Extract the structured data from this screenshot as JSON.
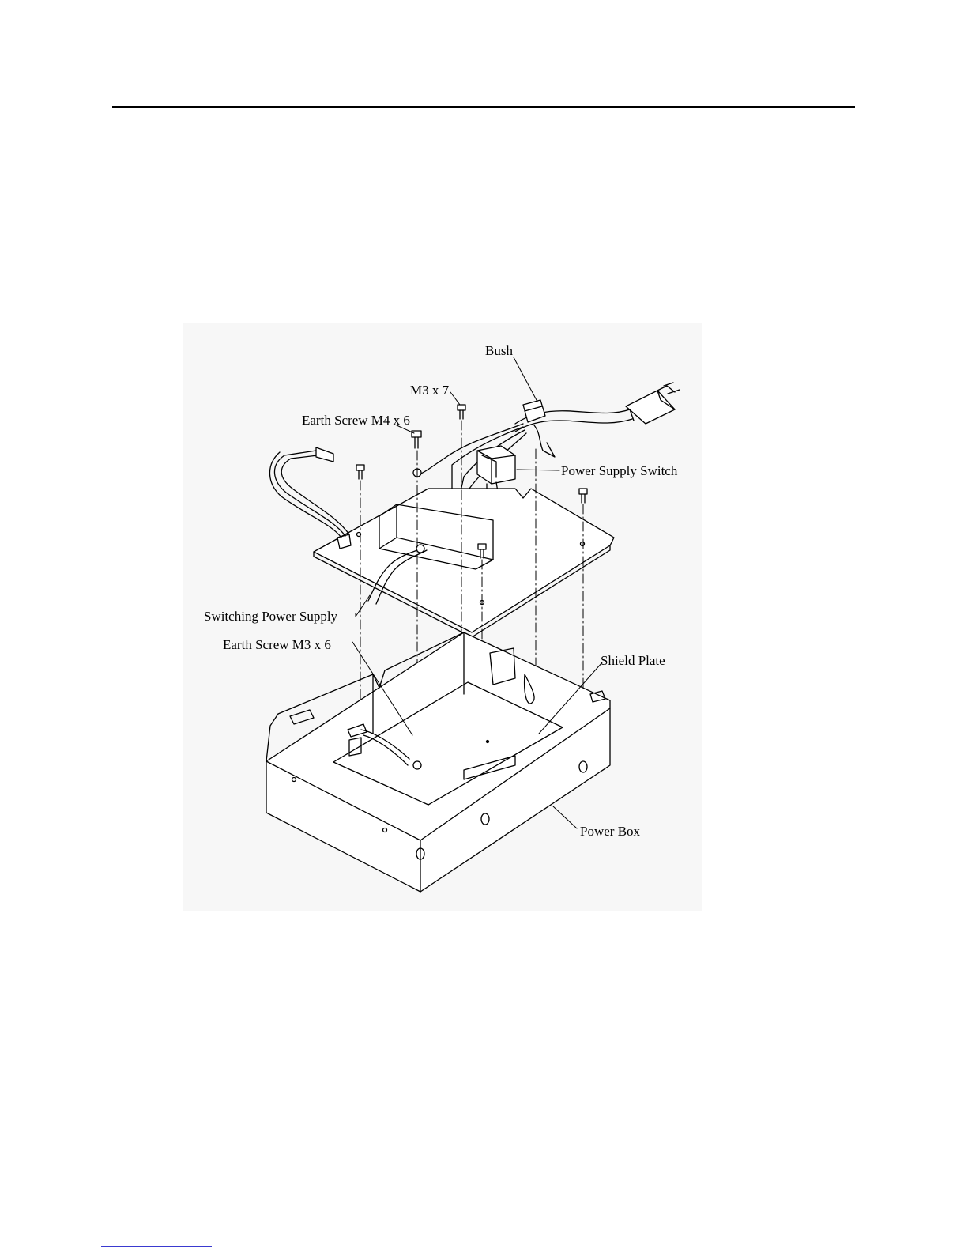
{
  "labels": {
    "bush": "Bush",
    "m3x7": "M3 x 7",
    "earth_m4x6": "Earth Screw M4 x 6",
    "power_switch": "Power Supply Switch",
    "switching_ps": "Switching Power Supply",
    "earth_m3x6": "Earth Screw M3 x 6",
    "shield_plate": "Shield Plate",
    "power_box": "Power Box"
  }
}
